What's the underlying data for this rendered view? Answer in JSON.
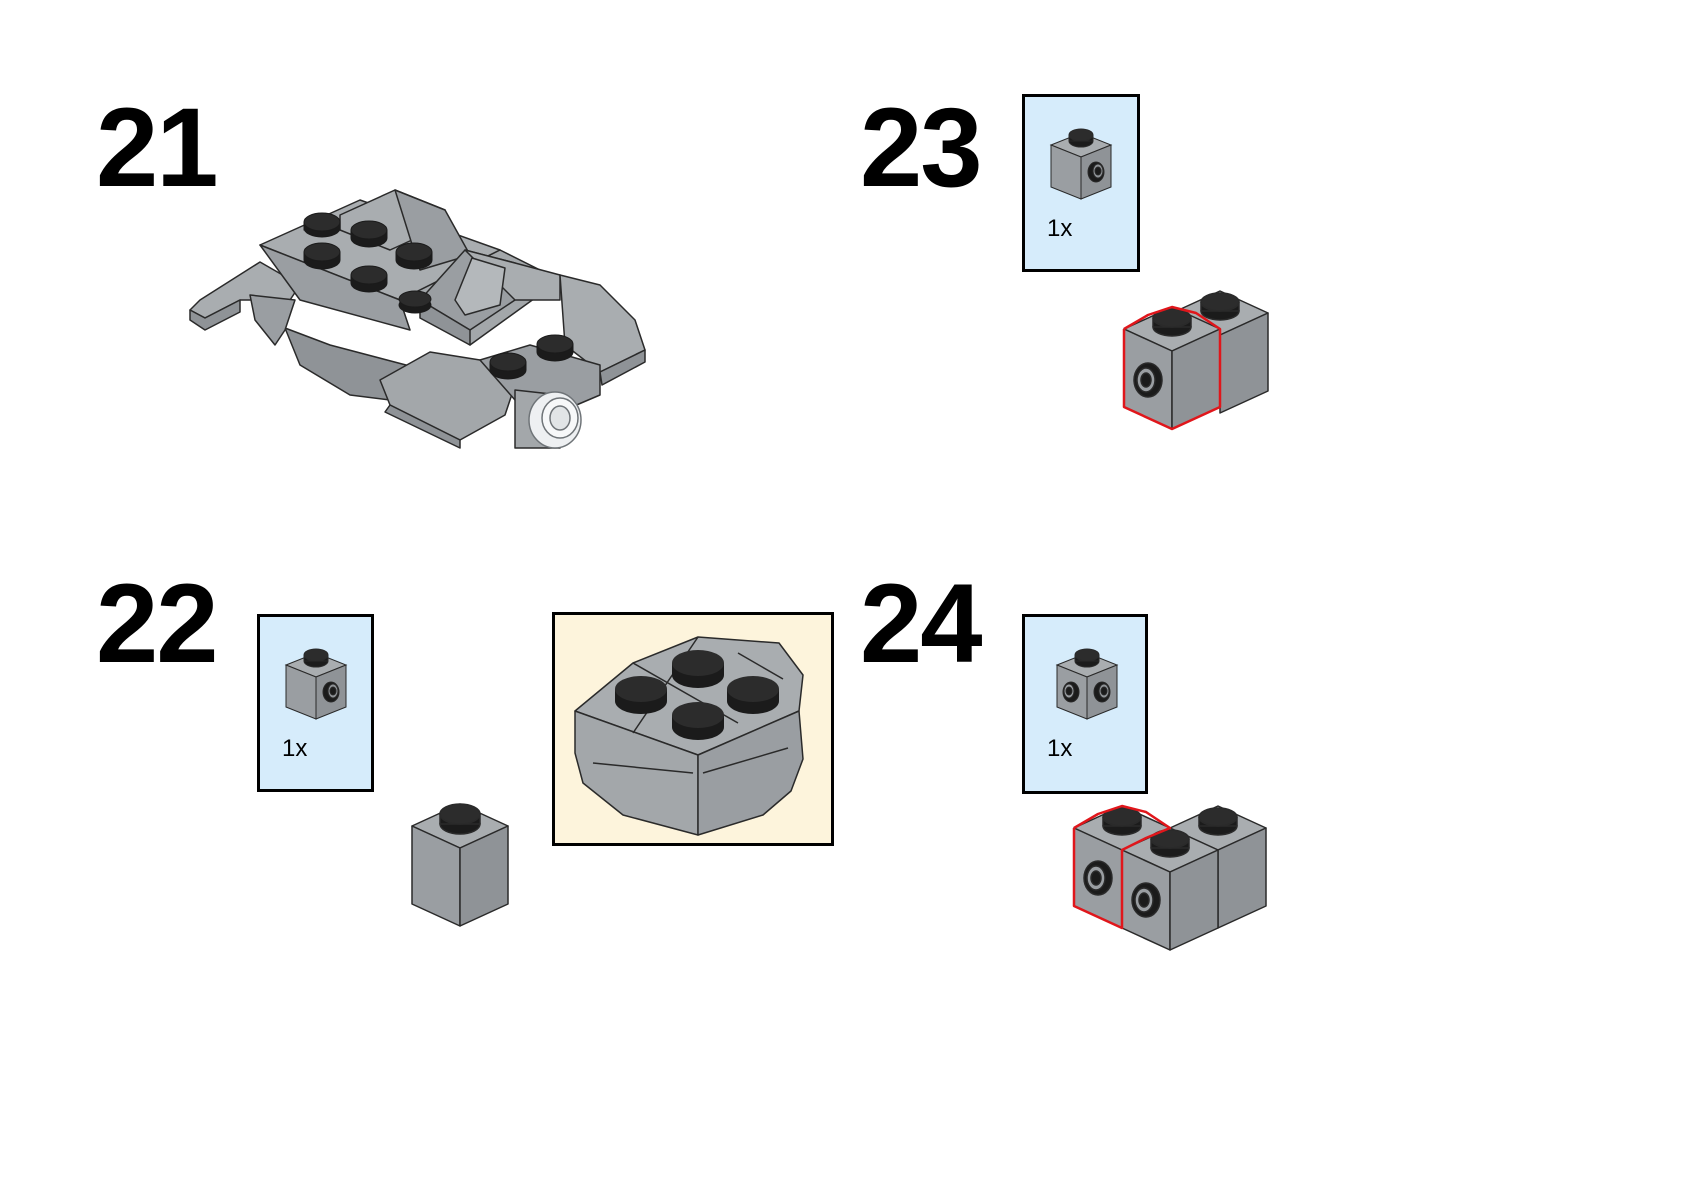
{
  "steps": [
    {
      "number": "21"
    },
    {
      "number": "22",
      "parts": {
        "quantity": "1x",
        "part_icon": "brick-1x1-with-side-stud-icon"
      }
    },
    {
      "number": "23",
      "parts": {
        "quantity": "1x",
        "part_icon": "brick-1x1-with-side-stud-icon"
      }
    },
    {
      "number": "24",
      "parts": {
        "quantity": "1x",
        "part_icon": "brick-1x1-with-two-side-studs-icon"
      }
    }
  ],
  "colors": {
    "brick_top": "#a9adb0",
    "brick_left": "#9a9ea2",
    "brick_right": "#8f9397",
    "stud": "#1b1b1b",
    "outline": "#2a2a2a",
    "highlight": "#e0161b",
    "parts_bg": "#d6ecfb",
    "callout_bg": "#fdf4dc"
  }
}
